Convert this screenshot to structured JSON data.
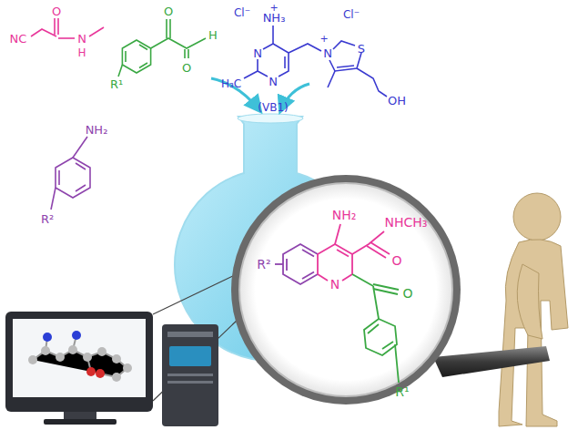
{
  "diagram": {
    "labels": [
      "NC",
      "O",
      "N",
      "H",
      "O",
      "H",
      "O",
      "R¹",
      "Cl⁻",
      "+",
      "NH₃",
      "Cl⁻",
      "N",
      "N",
      "H₃C",
      "N",
      "+",
      "S",
      "OH",
      "(VB1)",
      "NH₂",
      "R²",
      "NH₂",
      "NHCH₃",
      "O",
      "R²",
      "N",
      "O",
      "R¹"
    ]
  }
}
